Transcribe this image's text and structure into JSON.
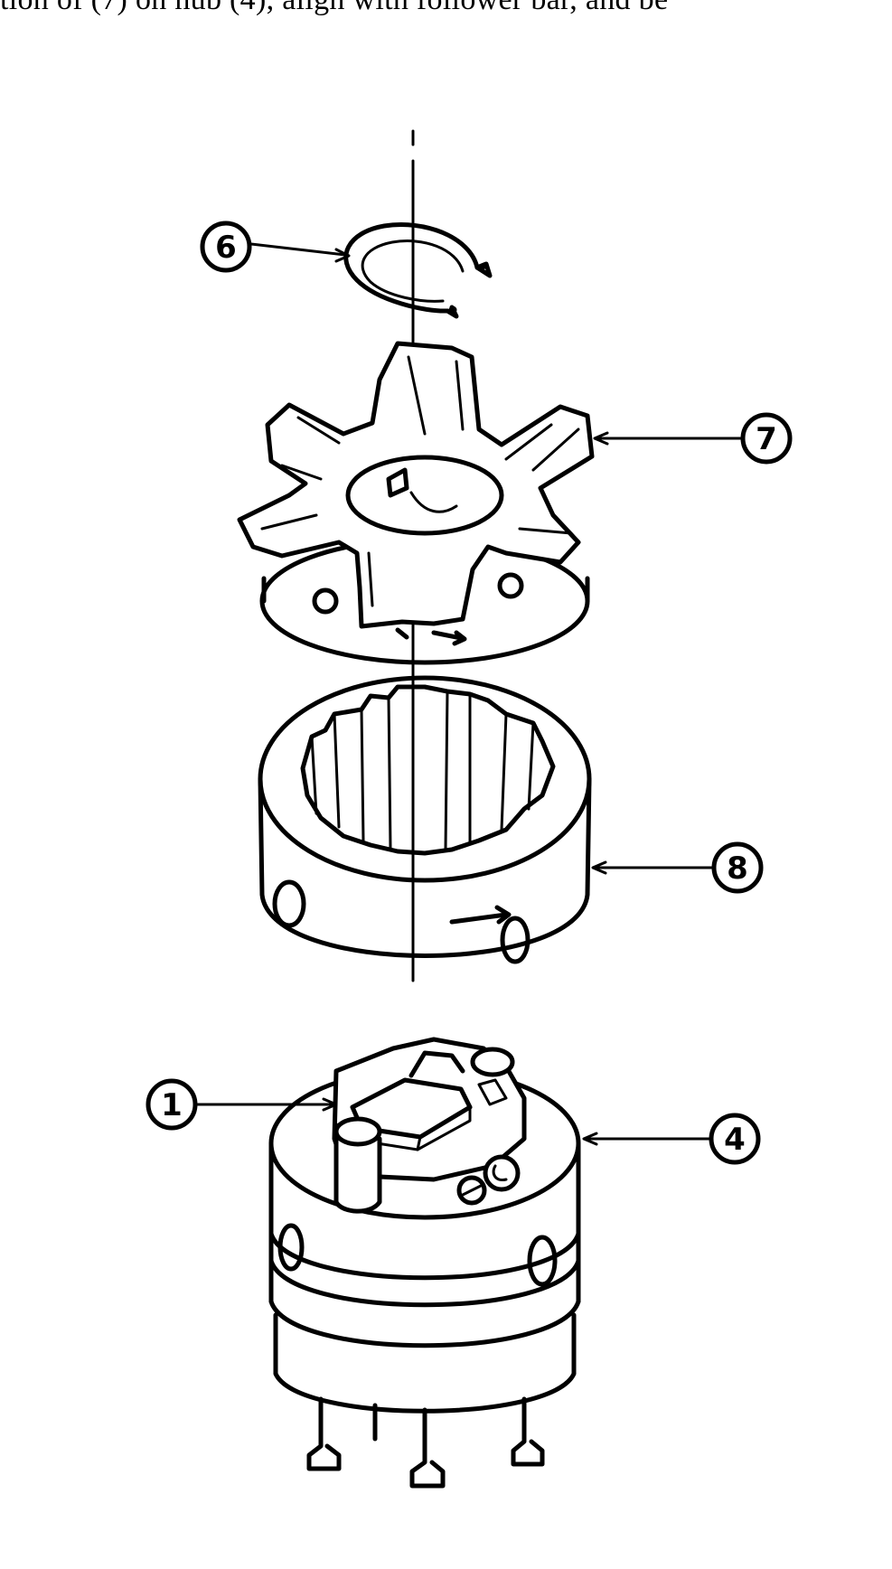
{
  "page": {
    "top_text": "tion of (7) on hub (4), align with follower bar, and be"
  },
  "callouts": [
    {
      "id": "callout-6",
      "label": "6"
    },
    {
      "id": "callout-7",
      "label": "7"
    },
    {
      "id": "callout-8",
      "label": "8"
    },
    {
      "id": "callout-1",
      "label": "1"
    },
    {
      "id": "callout-4",
      "label": "4"
    }
  ],
  "colors": {
    "ink": "#000000",
    "paper": "#ffffff"
  }
}
